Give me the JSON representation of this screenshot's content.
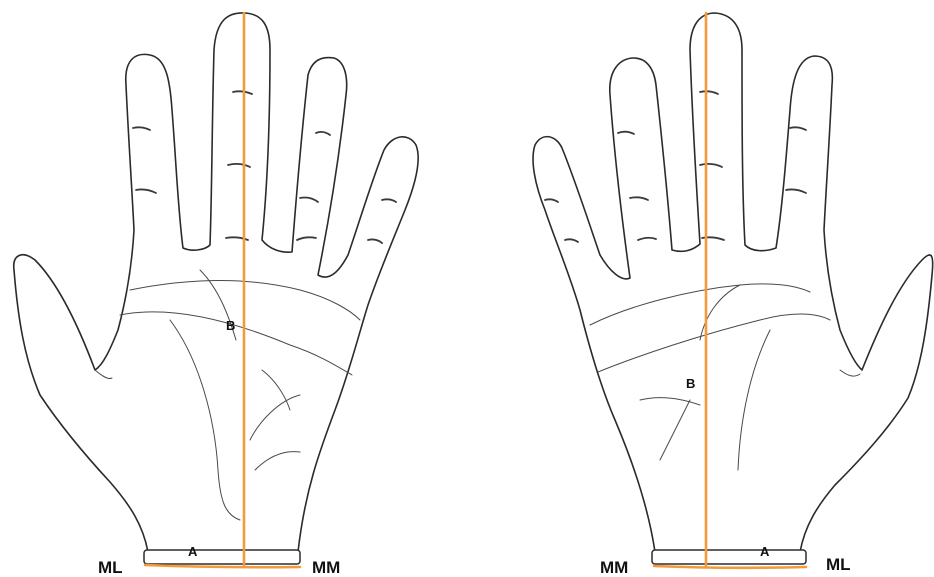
{
  "hands": [
    {
      "side": "left-image",
      "line_a_label": "A",
      "line_b_label": "B",
      "left_end_label": "ML",
      "right_end_label": "MM"
    },
    {
      "side": "right-image",
      "line_a_label": "A",
      "line_b_label": "B",
      "left_end_label": "MM",
      "right_end_label": "ML"
    }
  ],
  "colors": {
    "measurement_line": "#f39a3c",
    "outline": "#2b2b2b"
  }
}
